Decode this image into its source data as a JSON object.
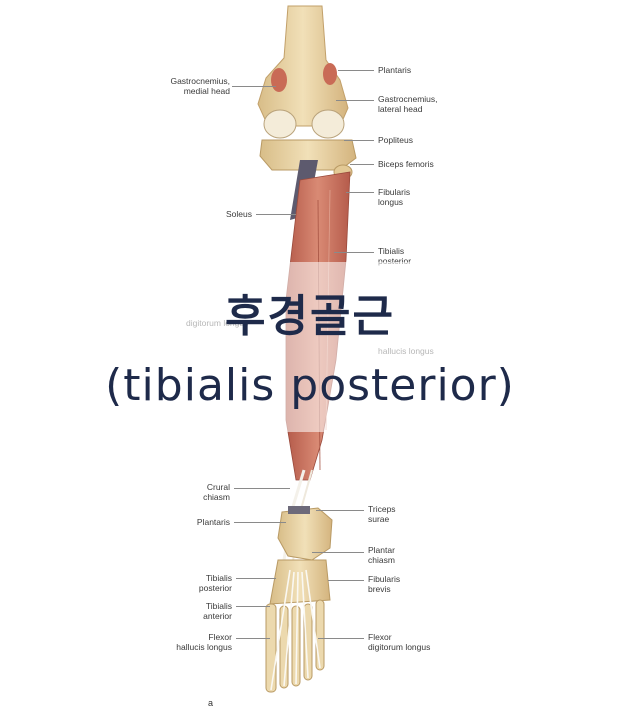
{
  "overlay": {
    "title_korean": "후경골근",
    "title_english": "(tibialis posterior)"
  },
  "figure_letter": "a",
  "labels_left": [
    "Gastrocnemius,\nmedial head",
    "Soleus",
    "Crural\nchiasm",
    "Plantaris",
    "Tibialis\nposterior",
    "Tibialis\nanterior",
    "Flexor\nhallucis longus"
  ],
  "labels_right": [
    "Plantaris",
    "Gastrocnemius,\nlateral head",
    "Popliteus",
    "Biceps femoris",
    "Fibularis\nlongus",
    "Tibialis\nposterior",
    "Triceps\nsurae",
    "Plantar\nchiasm",
    "Fibularis\nbrevis",
    "Flexor\ndigitorum longus"
  ],
  "obscured_labels": [
    "digitorum longus",
    "hallucis longus"
  ],
  "colors": {
    "bone": "#e9d3a6",
    "muscle": "#c9705e",
    "tendon": "#f2efe8",
    "title_text": "#1e2a4a"
  }
}
